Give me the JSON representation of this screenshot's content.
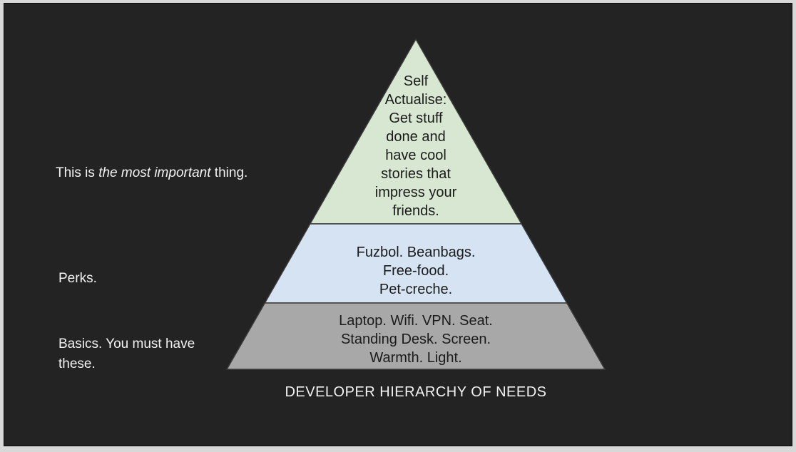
{
  "slide": {
    "background_color": "#232323",
    "frame_color": "#d8d8d8",
    "text_color_light": "#f2f2f2",
    "text_color_dark": "#1b1b1b"
  },
  "pyramid": {
    "caption": "DEVELOPER HIERARCHY OF NEEDS",
    "tiers": [
      {
        "id": "self-actualise",
        "fill": "#d8e7d2",
        "lines": [
          "Self",
          "Actualise:",
          "Get stuff",
          "done and",
          "have cool",
          "stories that",
          "impress your",
          "friends."
        ],
        "full_text": "Self Actualise: Get stuff done and have cool stories that impress your friends."
      },
      {
        "id": "perks",
        "fill": "#d5e3f3",
        "lines": [
          "Fuzbol. Beanbags.",
          "Free-food.",
          "Pet-creche."
        ],
        "full_text": "Fuzbol. Beanbags. Free-food. Pet-creche."
      },
      {
        "id": "basics",
        "fill": "#a8a8a8",
        "lines": [
          "Laptop. Wifi. VPN. Seat.",
          "Standing Desk. Screen.",
          "Warmth. Light."
        ],
        "full_text": "Laptop. Wifi. VPN. Seat. Standing Desk. Screen. Warmth. Light."
      }
    ]
  },
  "annotations": [
    {
      "prefix": "This is ",
      "emphasis": "the most important",
      "suffix": " thing."
    },
    {
      "text": "Perks."
    },
    {
      "text": "Basics. You must have these."
    }
  ]
}
